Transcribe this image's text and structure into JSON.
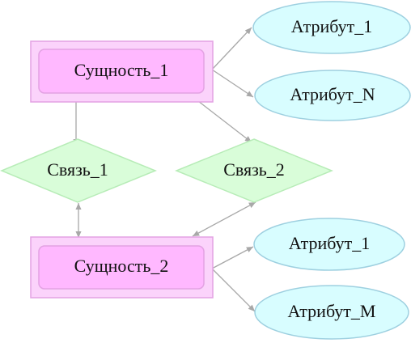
{
  "entities": [
    {
      "id": "e1",
      "label": "Сущность_1"
    },
    {
      "id": "e2",
      "label": "Сущность_2"
    }
  ],
  "relationships": [
    {
      "id": "r1",
      "label": "Связь_1"
    },
    {
      "id": "r2",
      "label": "Связь_2"
    }
  ],
  "attributes": [
    {
      "id": "a1",
      "label": "Атрибут_1"
    },
    {
      "id": "an",
      "label": "Атрибут_N"
    },
    {
      "id": "a2",
      "label": "Атрибут_1"
    },
    {
      "id": "am",
      "label": "Атрибут_M"
    }
  ],
  "colors": {
    "entity_outer_fill": "#fbd3fb",
    "entity_inner_fill": "#ffb8ff",
    "entity_border": "#e3a2e3",
    "relationship_fill": "#d9fdd9",
    "relationship_border": "#b7ecb7",
    "attribute_fill": "#d8fdff",
    "attribute_border": "#9ed0e0",
    "connector": "#a8a8a8"
  }
}
